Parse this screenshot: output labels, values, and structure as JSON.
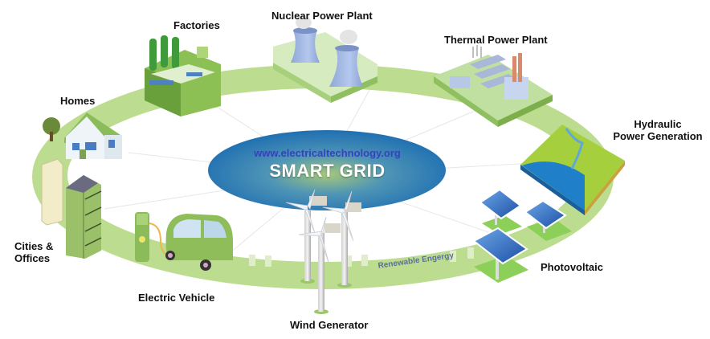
{
  "diagram": {
    "title": "SMART GRID",
    "watermark": "www.electricaltechnology.org",
    "ring_label": "Renewable Engergy",
    "colors": {
      "ring": "#b9d98a",
      "ring_dark": "#9cc667",
      "center_ellipse": "#2a78b8",
      "center_glow": "#9cc37a",
      "title_text": "#ffffff",
      "watermark_text": "#3444b8"
    },
    "nodes": [
      {
        "id": "factories",
        "label": "Factories",
        "icon": "factory-icon"
      },
      {
        "id": "nuclear",
        "label": "Nuclear Power Plant",
        "icon": "cooling-tower-icon"
      },
      {
        "id": "thermal",
        "label": "Thermal Power Plant",
        "icon": "thermal-plant-icon"
      },
      {
        "id": "hydraulic",
        "label": "Hydraulic Power Generation",
        "label_line1": "Hydraulic",
        "label_line2": "Power Generation",
        "icon": "hydro-dam-icon"
      },
      {
        "id": "photovoltaic",
        "label": "Photovoltaic",
        "icon": "solar-panel-icon"
      },
      {
        "id": "wind",
        "label": "Wind Generator",
        "icon": "wind-turbine-icon"
      },
      {
        "id": "ev",
        "label": "Electric Vehicle",
        "icon": "electric-car-icon"
      },
      {
        "id": "cities",
        "label": "Cities & Offices",
        "label_line1": "Cities &",
        "label_line2": "Offices",
        "icon": "office-building-icon"
      },
      {
        "id": "homes",
        "label": "Homes",
        "icon": "house-icon"
      }
    ]
  }
}
